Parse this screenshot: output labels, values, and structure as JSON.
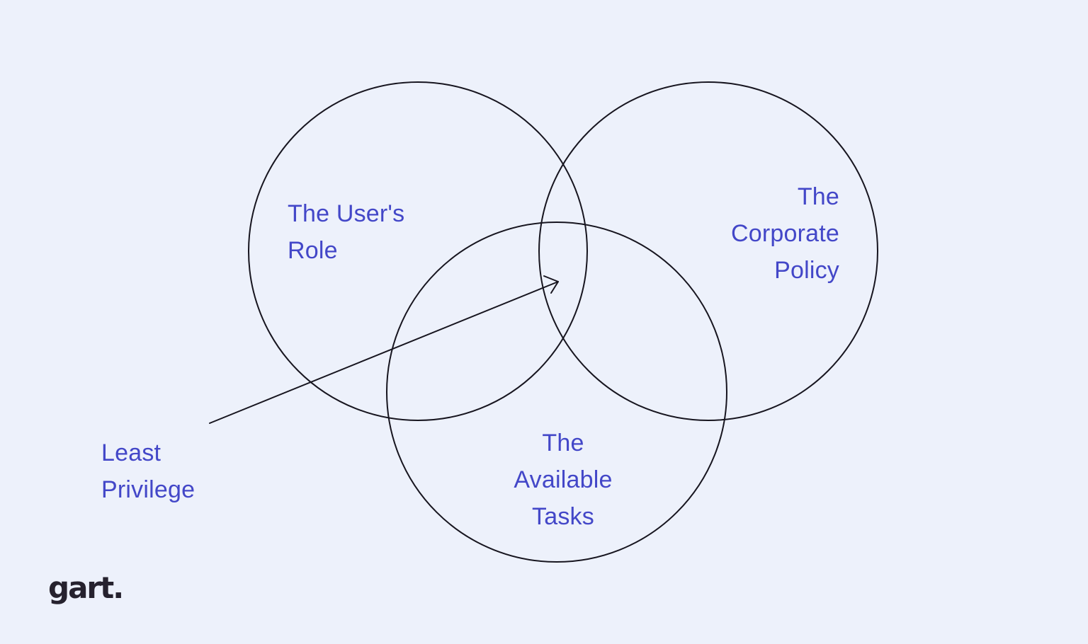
{
  "colors": {
    "background": "#edf1fb",
    "label_text": "#4347c8",
    "circle_stroke": "#17151f",
    "logo_text": "#26222e"
  },
  "diagram": {
    "type": "venn",
    "description": "Three overlapping circles; an arrow labeled Least Privilege points at the central intersection of all three",
    "circles": [
      {
        "id": "users-role",
        "lines": [
          "The User's",
          "Role"
        ]
      },
      {
        "id": "corporate-policy",
        "lines": [
          "The",
          "Corporate",
          "Policy"
        ]
      },
      {
        "id": "available-tasks",
        "lines": [
          "The",
          "Available",
          "Tasks"
        ]
      }
    ],
    "annotation": {
      "lines": [
        "Least",
        "Privilege"
      ],
      "target": "intersection-of-all-three-circles"
    }
  },
  "logo": {
    "text": "gart."
  }
}
